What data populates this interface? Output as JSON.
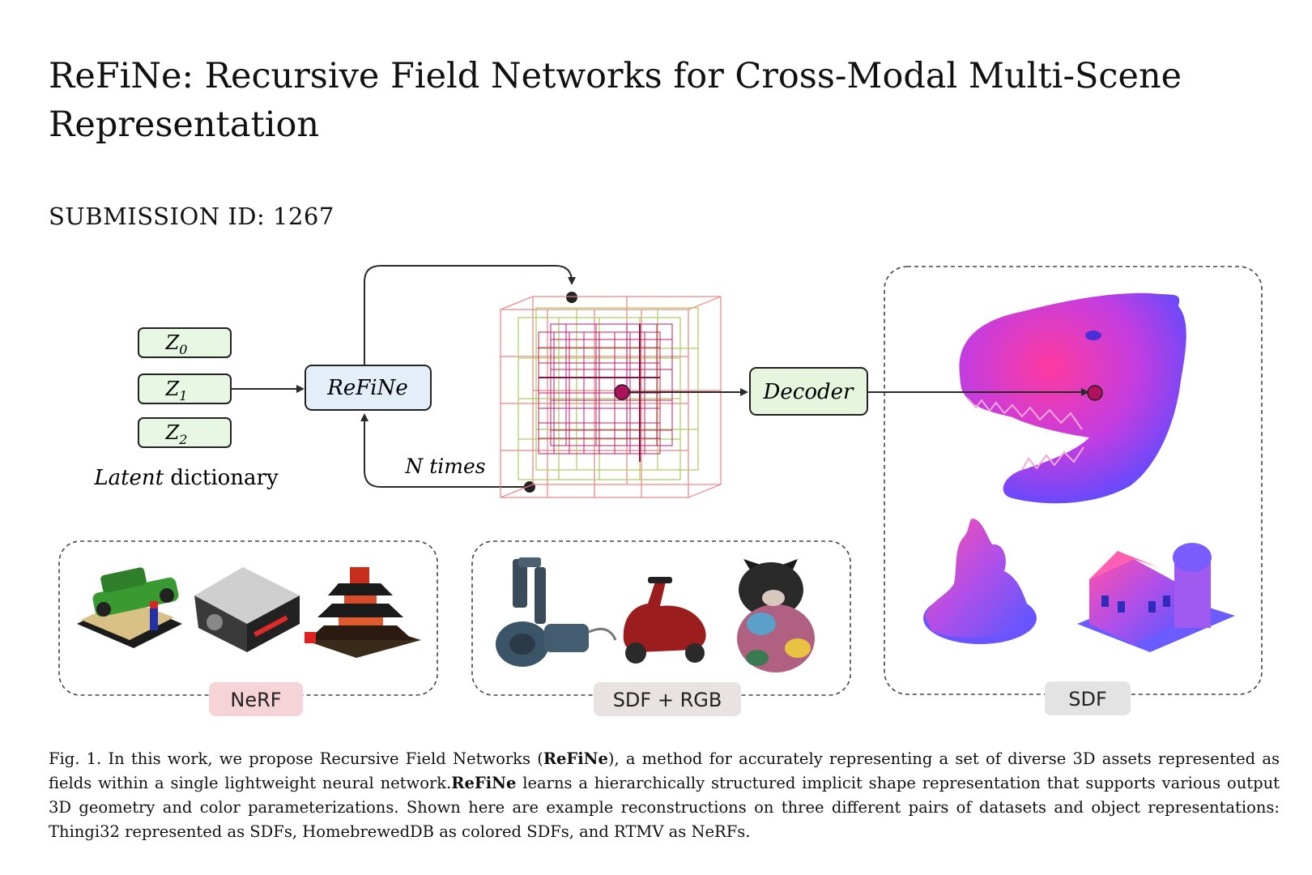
{
  "paper": {
    "title": "ReFiNe: Recursive Field Networks for Cross-Modal Multi-Scene Representation",
    "submission_id": "SUBMISSION ID: 1267"
  },
  "figure": {
    "latents": [
      "Z",
      "Z",
      "Z"
    ],
    "latent_subscripts": [
      "0",
      "1",
      "2"
    ],
    "latent_label_italic": "Latent",
    "latent_label_rest": " dictionary",
    "refine_label": "ReFiNe",
    "decoder_label": "Decoder",
    "loop_label": "N times",
    "panels": {
      "nerf": "NeRF",
      "sdf_rgb": "SDF + RGB",
      "sdf": "SDF"
    },
    "colors": {
      "latent_fill": "#e7f7e3",
      "refine_fill": "#e3eef9",
      "decoder_fill": "#e7f5df",
      "nerf_badge": "#f5d3d6",
      "sdf_badge": "#e3e3e3",
      "point": "#b0115c",
      "grid_red": "#f08080",
      "grid_green": "#a6cf5a",
      "grid_magenta": "#c2186a"
    }
  },
  "caption": {
    "prefix": "Fig. 1.  In this work, we propose Recursive Field Networks (",
    "bold1": "ReFiNe",
    "mid1": "), a method for accurately representing a set of diverse 3D assets represented as fields within a single lightweight neural network.",
    "bold2": "ReFiNe",
    "rest": " learns a hierarchically structured implicit shape representation that supports various output 3D geometry and color parameterizations. Shown here are example reconstructions on three different pairs of datasets and object representations: Thingi32 represented as SDFs, HomebrewedDB as colored SDFs, and RTMV as NeRFs."
  }
}
